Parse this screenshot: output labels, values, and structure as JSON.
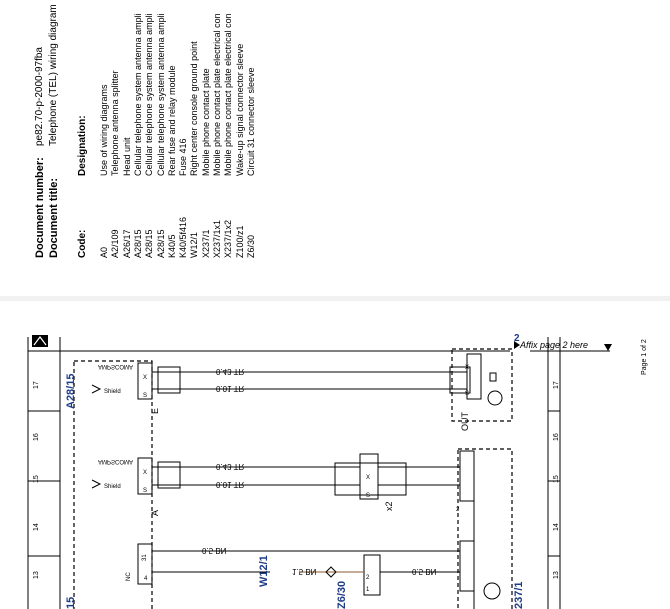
{
  "document": {
    "number_label": "Document number:",
    "number_value": "pe82.70-p-2000-97fba",
    "title_label": "Document title:",
    "title_value": "Telephone (TEL) wiring diagram"
  },
  "table": {
    "code_header": "Code:",
    "designation_header": "Designation:",
    "rows": [
      {
        "code": "A0",
        "designation": "Use of wiring diagrams"
      },
      {
        "code": "A2/109",
        "designation": "Telephone antenna splitter"
      },
      {
        "code": "A26/17",
        "designation": "Head unit"
      },
      {
        "code": "A28/15",
        "designation": "Cellular telephone system antenna ampli"
      },
      {
        "code": "A28/15",
        "designation": "Cellular telephone system antenna ampli"
      },
      {
        "code": "A28/15",
        "designation": "Cellular telephone system antenna ampli"
      },
      {
        "code": "K40/5",
        "designation": "Rear fuse and relay module"
      },
      {
        "code": "K40/5f416",
        "designation": "Fuse 416"
      },
      {
        "code": "W12/1",
        "designation": "Right center console ground point"
      },
      {
        "code": "X237/1",
        "designation": "Mobile phone contact plate"
      },
      {
        "code": "X237/1x1",
        "designation": "Mobile phone contact plate electrical con"
      },
      {
        "code": "X237/1x2",
        "designation": "Mobile phone contact plate electrical con"
      },
      {
        "code": "Z100/z1",
        "designation": "Wake-up signal connector sleeve"
      },
      {
        "code": "Z6/30",
        "designation": "Circuit 31 connector sleeve"
      }
    ]
  },
  "diagram": {
    "page_label": "Page 1 of 2",
    "affix_note": "Affix page 2 here",
    "affix_number": "2",
    "grid_numbers": [
      "17",
      "16",
      "15",
      "14",
      "13"
    ],
    "components": {
      "a28_15": "A28/15",
      "a28_15_partial": "15",
      "w12_1": "W12/1",
      "z6_30": "Z6/30",
      "x237_1": "237/1",
      "x2": "x2",
      "out": "OUT",
      "conn_e": "E",
      "conn_a": "A"
    },
    "pins": {
      "ampl": "AMPSCOMA",
      "shield": "Shield",
      "sheet": "S",
      "x": "X",
      "pin2": "2",
      "pin1": "1",
      "pin4": "4",
      "pin31": "31",
      "pinno": "NC"
    },
    "wires": {
      "upper_tr": "0.43 TR",
      "upper_shield": "0.01 TR",
      "mid_tr": "0.43 TR",
      "mid_shield": "0.01 TR",
      "bn_a": "0.5 BN",
      "bn_b": "1.5 BN",
      "bn_c": "0.5 BN"
    }
  }
}
